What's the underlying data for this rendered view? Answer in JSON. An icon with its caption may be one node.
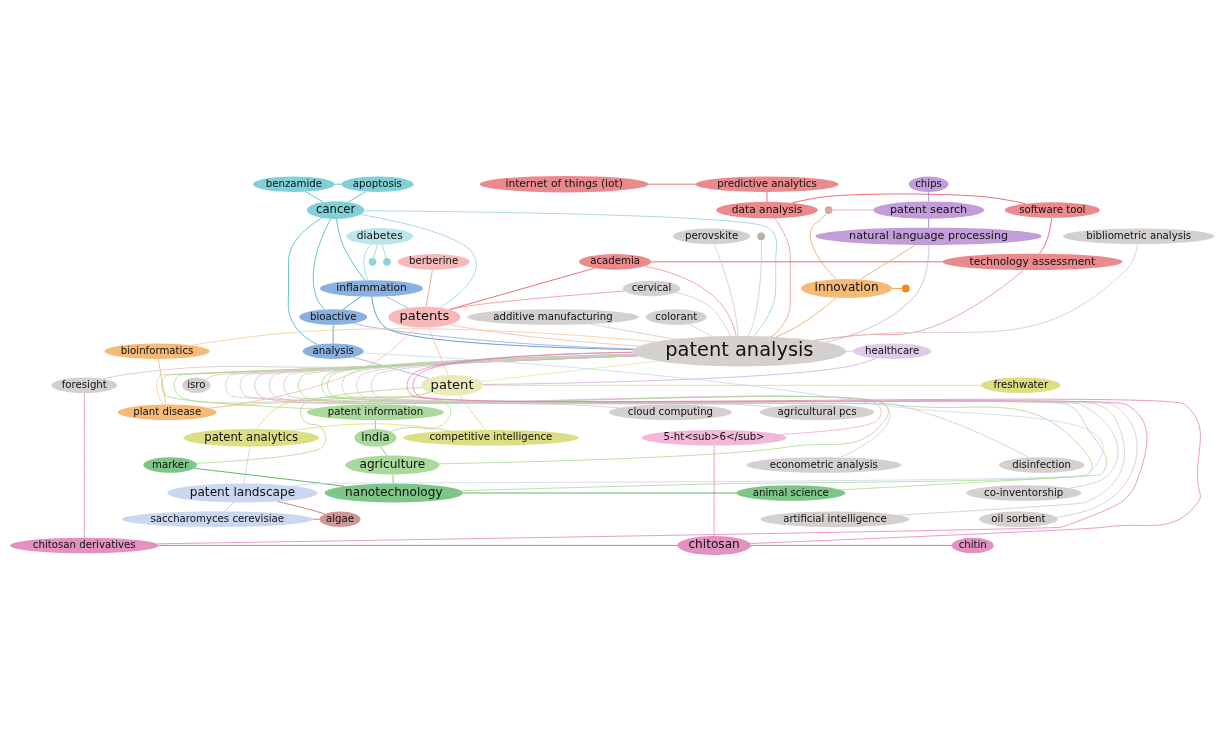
{
  "diagram": {
    "nodes": [
      {
        "text": [
          "internet of things (iot)"
        ]
      },
      {
        "text": [
          "predictive analytics"
        ]
      },
      {
        "text": [
          "data analysis"
        ]
      },
      {
        "text": [
          "software tool"
        ]
      },
      {
        "text": [
          "technology assessment"
        ]
      },
      {
        "text": [
          "academia"
        ]
      },
      {
        "text": [
          "apoptosis"
        ]
      },
      {
        "text": [
          "benzamide"
        ]
      },
      {
        "text": [
          "cancer"
        ]
      },
      {
        "text": [
          "diabetes"
        ]
      },
      {
        "text": [
          "inflammation"
        ]
      },
      {
        "text": [
          "bioactive"
        ]
      },
      {
        "text": [
          "analysis"
        ]
      },
      {
        "text": [
          "berberine"
        ]
      },
      {
        "text": [
          "cervical"
        ]
      },
      {
        "text": [
          "patents"
        ]
      },
      {
        "text": [
          "bibliometric analysis"
        ]
      },
      {
        "text": [
          "perovskite"
        ]
      },
      {
        "text": [
          "chips"
        ]
      },
      {
        "text": [
          "patent search"
        ]
      },
      {
        "text": [
          "natural language processing"
        ]
      },
      {
        "text": [
          "innovation"
        ]
      },
      {
        "text": [
          "additive manufacturing"
        ]
      },
      {
        "text": [
          "colorant"
        ]
      },
      {
        "text": [
          "patent analysis"
        ]
      },
      {
        "text": [
          "bioinformatics"
        ]
      },
      {
        "text": [
          "healthcare"
        ]
      },
      {
        "text": [
          "freshwater"
        ]
      },
      {
        "text": [
          "patent"
        ]
      },
      {
        "text": [
          "plant disease"
        ]
      },
      {
        "text": [
          "patent information"
        ]
      },
      {
        "text": [
          "foresight"
        ]
      },
      {
        "text": [
          "competitive intelligence"
        ]
      },
      {
        "text": [
          "india"
        ]
      },
      {
        "text": [
          "isro"
        ]
      },
      {
        "text": [
          "cloud computing"
        ]
      },
      {
        "text": [
          "agricultural pcs"
        ]
      },
      {
        "text": [
          "5-ht<sub>6</sub>"
        ]
      },
      {
        "text": [
          "econometric analysis"
        ]
      },
      {
        "text": [
          "disinfection"
        ]
      },
      {
        "text": [
          "patent analytics"
        ]
      },
      {
        "text": [
          "marker"
        ]
      },
      {
        "text": [
          "agriculture"
        ]
      },
      {
        "text": [
          "nanotechnology"
        ]
      },
      {
        "text": [
          "animal science"
        ]
      },
      {
        "text": [
          "patent landscape"
        ]
      },
      {
        "text": [
          "saccharomyces cerevisiae"
        ]
      },
      {
        "text": [
          "algae"
        ]
      },
      {
        "text": [
          "co-inventorship"
        ]
      },
      {
        "text": [
          "artificial intelligence"
        ]
      },
      {
        "text": [
          "oil sorbent"
        ]
      },
      {
        "text": [
          "chitosan derivatives"
        ]
      },
      {
        "text": [
          "chitosan"
        ]
      },
      {
        "text": [
          "chitin"
        ]
      },
      {
        "text": [],
        "shape": "circle"
      },
      {
        "text": [],
        "shape": "circle"
      },
      {
        "text": [],
        "shape": "circle"
      },
      {
        "text": [],
        "shape": "circle"
      },
      {
        "text": [],
        "shape": "circle"
      }
    ],
    "edges": [
      {
        "from": 0,
        "to": 1,
        "arrow": "none",
        "color": "#e8474c"
      },
      {
        "from": 1,
        "to": 2,
        "arrow": "none",
        "color": "#e8474c"
      },
      {
        "from": 2,
        "to": 3,
        "arrow": "none",
        "color": "#e8474c"
      },
      {
        "from": 3,
        "to": 4,
        "arrow": "none",
        "color": "#e8474c"
      },
      {
        "from": 4,
        "to": 5,
        "arrow": "none",
        "color": "#e8474c"
      },
      {
        "from": 2,
        "to": 24,
        "arrow": "none",
        "color": "#f08c8c"
      },
      {
        "from": 4,
        "to": 24,
        "arrow": "none",
        "color": "#f08c8c"
      },
      {
        "from": 5,
        "to": 24,
        "arrow": "none",
        "color": "#f08c8c"
      },
      {
        "from": 5,
        "to": 15,
        "arrow": "none",
        "color": "#e8474c"
      },
      {
        "from": 6,
        "to": 8,
        "arrow": "none",
        "color": "#33b5c0"
      },
      {
        "from": 7,
        "to": 8,
        "arrow": "none",
        "color": "#33b5c0"
      },
      {
        "from": 6,
        "to": 7,
        "arrow": "none",
        "color": "#33b5c0"
      },
      {
        "from": 8,
        "to": 10,
        "arrow": "none",
        "color": "#33b5c0"
      },
      {
        "from": 8,
        "to": 11,
        "arrow": "none",
        "color": "#33b5c0"
      },
      {
        "from": 8,
        "to": 12,
        "arrow": "none",
        "color": "#33b5c0"
      },
      {
        "from": 8,
        "to": 24,
        "arrow": "none",
        "color": "#8fd0d8"
      },
      {
        "from": 8,
        "to": 15,
        "arrow": "none",
        "color": "#8fd0d8"
      },
      {
        "from": 9,
        "to": 10,
        "arrow": "none",
        "color": "#8fd0d8"
      },
      {
        "from": 9,
        "to": 54,
        "arrow": "none",
        "color": "#8fd0d8"
      },
      {
        "from": 9,
        "to": 55,
        "arrow": "none",
        "color": "#8fd0d8"
      },
      {
        "from": 10,
        "to": 11,
        "arrow": "none",
        "color": "#3b7fd0"
      },
      {
        "from": 11,
        "to": 12,
        "arrow": "none",
        "color": "#3b7fd0"
      },
      {
        "from": 10,
        "to": 24,
        "arrow": "none",
        "color": "#3b7fd0"
      },
      {
        "from": 11,
        "to": 24,
        "arrow": "none",
        "color": "#8aa8e0"
      },
      {
        "from": 12,
        "to": 28,
        "arrow": "none",
        "color": "#8aa8e0"
      },
      {
        "from": 10,
        "to": 15,
        "arrow": "none",
        "color": "#8aa8e0"
      },
      {
        "from": 13,
        "to": 15,
        "arrow": "none",
        "color": "#f08c8c"
      },
      {
        "from": 14,
        "to": 15,
        "arrow": "none",
        "color": "#f08c8c"
      },
      {
        "from": 15,
        "to": 28,
        "arrow": "none",
        "color": "#f5b5b5"
      },
      {
        "from": 15,
        "to": 29,
        "arrow": "none",
        "color": "#f5b5b5"
      },
      {
        "from": 15,
        "to": 24,
        "arrow": "none",
        "color": "#f5b5b5"
      },
      {
        "from": 16,
        "to": 24,
        "arrow": "none",
        "color": "#cfc8c4"
      },
      {
        "from": 17,
        "to": 24,
        "arrow": "none",
        "color": "#cfc8c4"
      },
      {
        "from": 56,
        "to": 24,
        "arrow": "none",
        "color": "#cfc8c4"
      },
      {
        "from": 22,
        "to": 24,
        "arrow": "none",
        "color": "#cfc8c4"
      },
      {
        "from": 23,
        "to": 24,
        "arrow": "none",
        "color": "#cfc8c4"
      },
      {
        "from": 31,
        "to": 24,
        "arrow": "none",
        "color": "#cfc8c4"
      },
      {
        "from": 34,
        "to": 24,
        "arrow": "none",
        "color": "#cfc8c4"
      },
      {
        "from": 35,
        "to": 24,
        "arrow": "none",
        "color": "#cfc8c4"
      },
      {
        "from": 36,
        "to": 24,
        "arrow": "none",
        "color": "#cfc8c4"
      },
      {
        "from": 38,
        "to": 24,
        "arrow": "none",
        "color": "#cfc8c4"
      },
      {
        "from": 39,
        "to": 24,
        "arrow": "none",
        "color": "#cfc8c4"
      },
      {
        "from": 48,
        "to": 24,
        "arrow": "none",
        "color": "#cfc8c4"
      },
      {
        "from": 49,
        "to": 24,
        "arrow": "none",
        "color": "#cfc8c4"
      },
      {
        "from": 50,
        "to": 24,
        "arrow": "none",
        "color": "#cfc8c4"
      },
      {
        "from": 14,
        "to": 24,
        "arrow": "none",
        "color": "#cfc8c4"
      },
      {
        "from": 18,
        "to": 19,
        "arrow": "none",
        "color": "#a66cc8"
      },
      {
        "from": 19,
        "to": 20,
        "arrow": "none",
        "color": "#a66cc8"
      },
      {
        "from": 20,
        "to": 24,
        "arrow": "none",
        "color": "#d2a8e0"
      },
      {
        "from": 19,
        "to": 57,
        "arrow": "none",
        "color": "#d8a8a0"
      },
      {
        "from": 57,
        "to": 21,
        "arrow": "none",
        "color": "#f0a050"
      },
      {
        "from": 21,
        "to": 58,
        "arrow": "none",
        "color": "#f08020"
      },
      {
        "from": 21,
        "to": 24,
        "arrow": "none",
        "color": "#f0a050"
      },
      {
        "from": 20,
        "to": 21,
        "arrow": "none",
        "color": "#f0a050"
      },
      {
        "from": 25,
        "to": 29,
        "arrow": "none",
        "color": "#f5b060"
      },
      {
        "from": 25,
        "to": 24,
        "arrow": "none",
        "color": "#f5c890"
      },
      {
        "from": 26,
        "to": 28,
        "arrow": "none",
        "color": "#d2a8e0"
      },
      {
        "from": 26,
        "to": 24,
        "arrow": "none",
        "color": "#d2a8e0"
      },
      {
        "from": 29,
        "to": 28,
        "arrow": "none",
        "color": "#f5c890"
      },
      {
        "from": 29,
        "to": 24,
        "arrow": "none",
        "color": "#f5c890"
      },
      {
        "from": 27,
        "to": 28,
        "arrow": "none",
        "color": "#d8dc60"
      },
      {
        "from": 28,
        "to": 32,
        "arrow": "none",
        "color": "#d8dc60"
      },
      {
        "from": 28,
        "to": 40,
        "arrow": "none",
        "color": "#d8dc60"
      },
      {
        "from": 32,
        "to": 40,
        "arrow": "none",
        "color": "#d8dc60"
      },
      {
        "from": 28,
        "to": 24,
        "arrow": "none",
        "color": "#e4e6a0"
      },
      {
        "from": 40,
        "to": 45,
        "arrow": "none",
        "color": "#e0c0e8"
      },
      {
        "from": 30,
        "to": 33,
        "arrow": "none",
        "color": "#6cc050"
      },
      {
        "from": 33,
        "to": 42,
        "arrow": "none",
        "color": "#6cc050"
      },
      {
        "from": 42,
        "to": 43,
        "arrow": "none",
        "color": "#6cc050"
      },
      {
        "from": 43,
        "to": 41,
        "arrow": "none",
        "color": "#30a040"
      },
      {
        "from": 43,
        "to": 44,
        "arrow": "none",
        "color": "#30a040"
      },
      {
        "from": 30,
        "to": 24,
        "arrow": "none",
        "color": "#a8d890"
      },
      {
        "from": 33,
        "to": 24,
        "arrow": "none",
        "color": "#a8d890"
      },
      {
        "from": 42,
        "to": 24,
        "arrow": "none",
        "color": "#a8d890"
      },
      {
        "from": 43,
        "to": 24,
        "arrow": "none",
        "color": "#a8d890"
      },
      {
        "from": 44,
        "to": 24,
        "arrow": "none",
        "color": "#a8d890"
      },
      {
        "from": 41,
        "to": 28,
        "arrow": "none",
        "color": "#a8d890"
      },
      {
        "from": 45,
        "to": 46,
        "arrow": "none",
        "color": "#a8bce8"
      },
      {
        "from": 46,
        "to": 47,
        "arrow": "none",
        "color": "#c06060"
      },
      {
        "from": 45,
        "to": 47,
        "arrow": "none",
        "color": "#c06060"
      },
      {
        "from": 45,
        "to": 12,
        "arrow": "none",
        "color": "#c8d4f0"
      },
      {
        "from": 37,
        "to": 24,
        "arrow": "none",
        "color": "#f0a8d0"
      },
      {
        "from": 37,
        "to": 52,
        "arrow": "none",
        "color": "#e080b8"
      },
      {
        "from": 51,
        "to": 52,
        "arrow": "none",
        "color": "#d04898"
      },
      {
        "from": 52,
        "to": 53,
        "arrow": "none",
        "color": "#d04898"
      },
      {
        "from": 51,
        "to": 24,
        "arrow": "none",
        "color": "#e080b8"
      },
      {
        "from": 52,
        "to": 24,
        "arrow": "none",
        "color": "#e080b8"
      },
      {
        "from": 31,
        "to": 51,
        "arrow": "none",
        "color": "#e080b8"
      }
    ]
  }
}
